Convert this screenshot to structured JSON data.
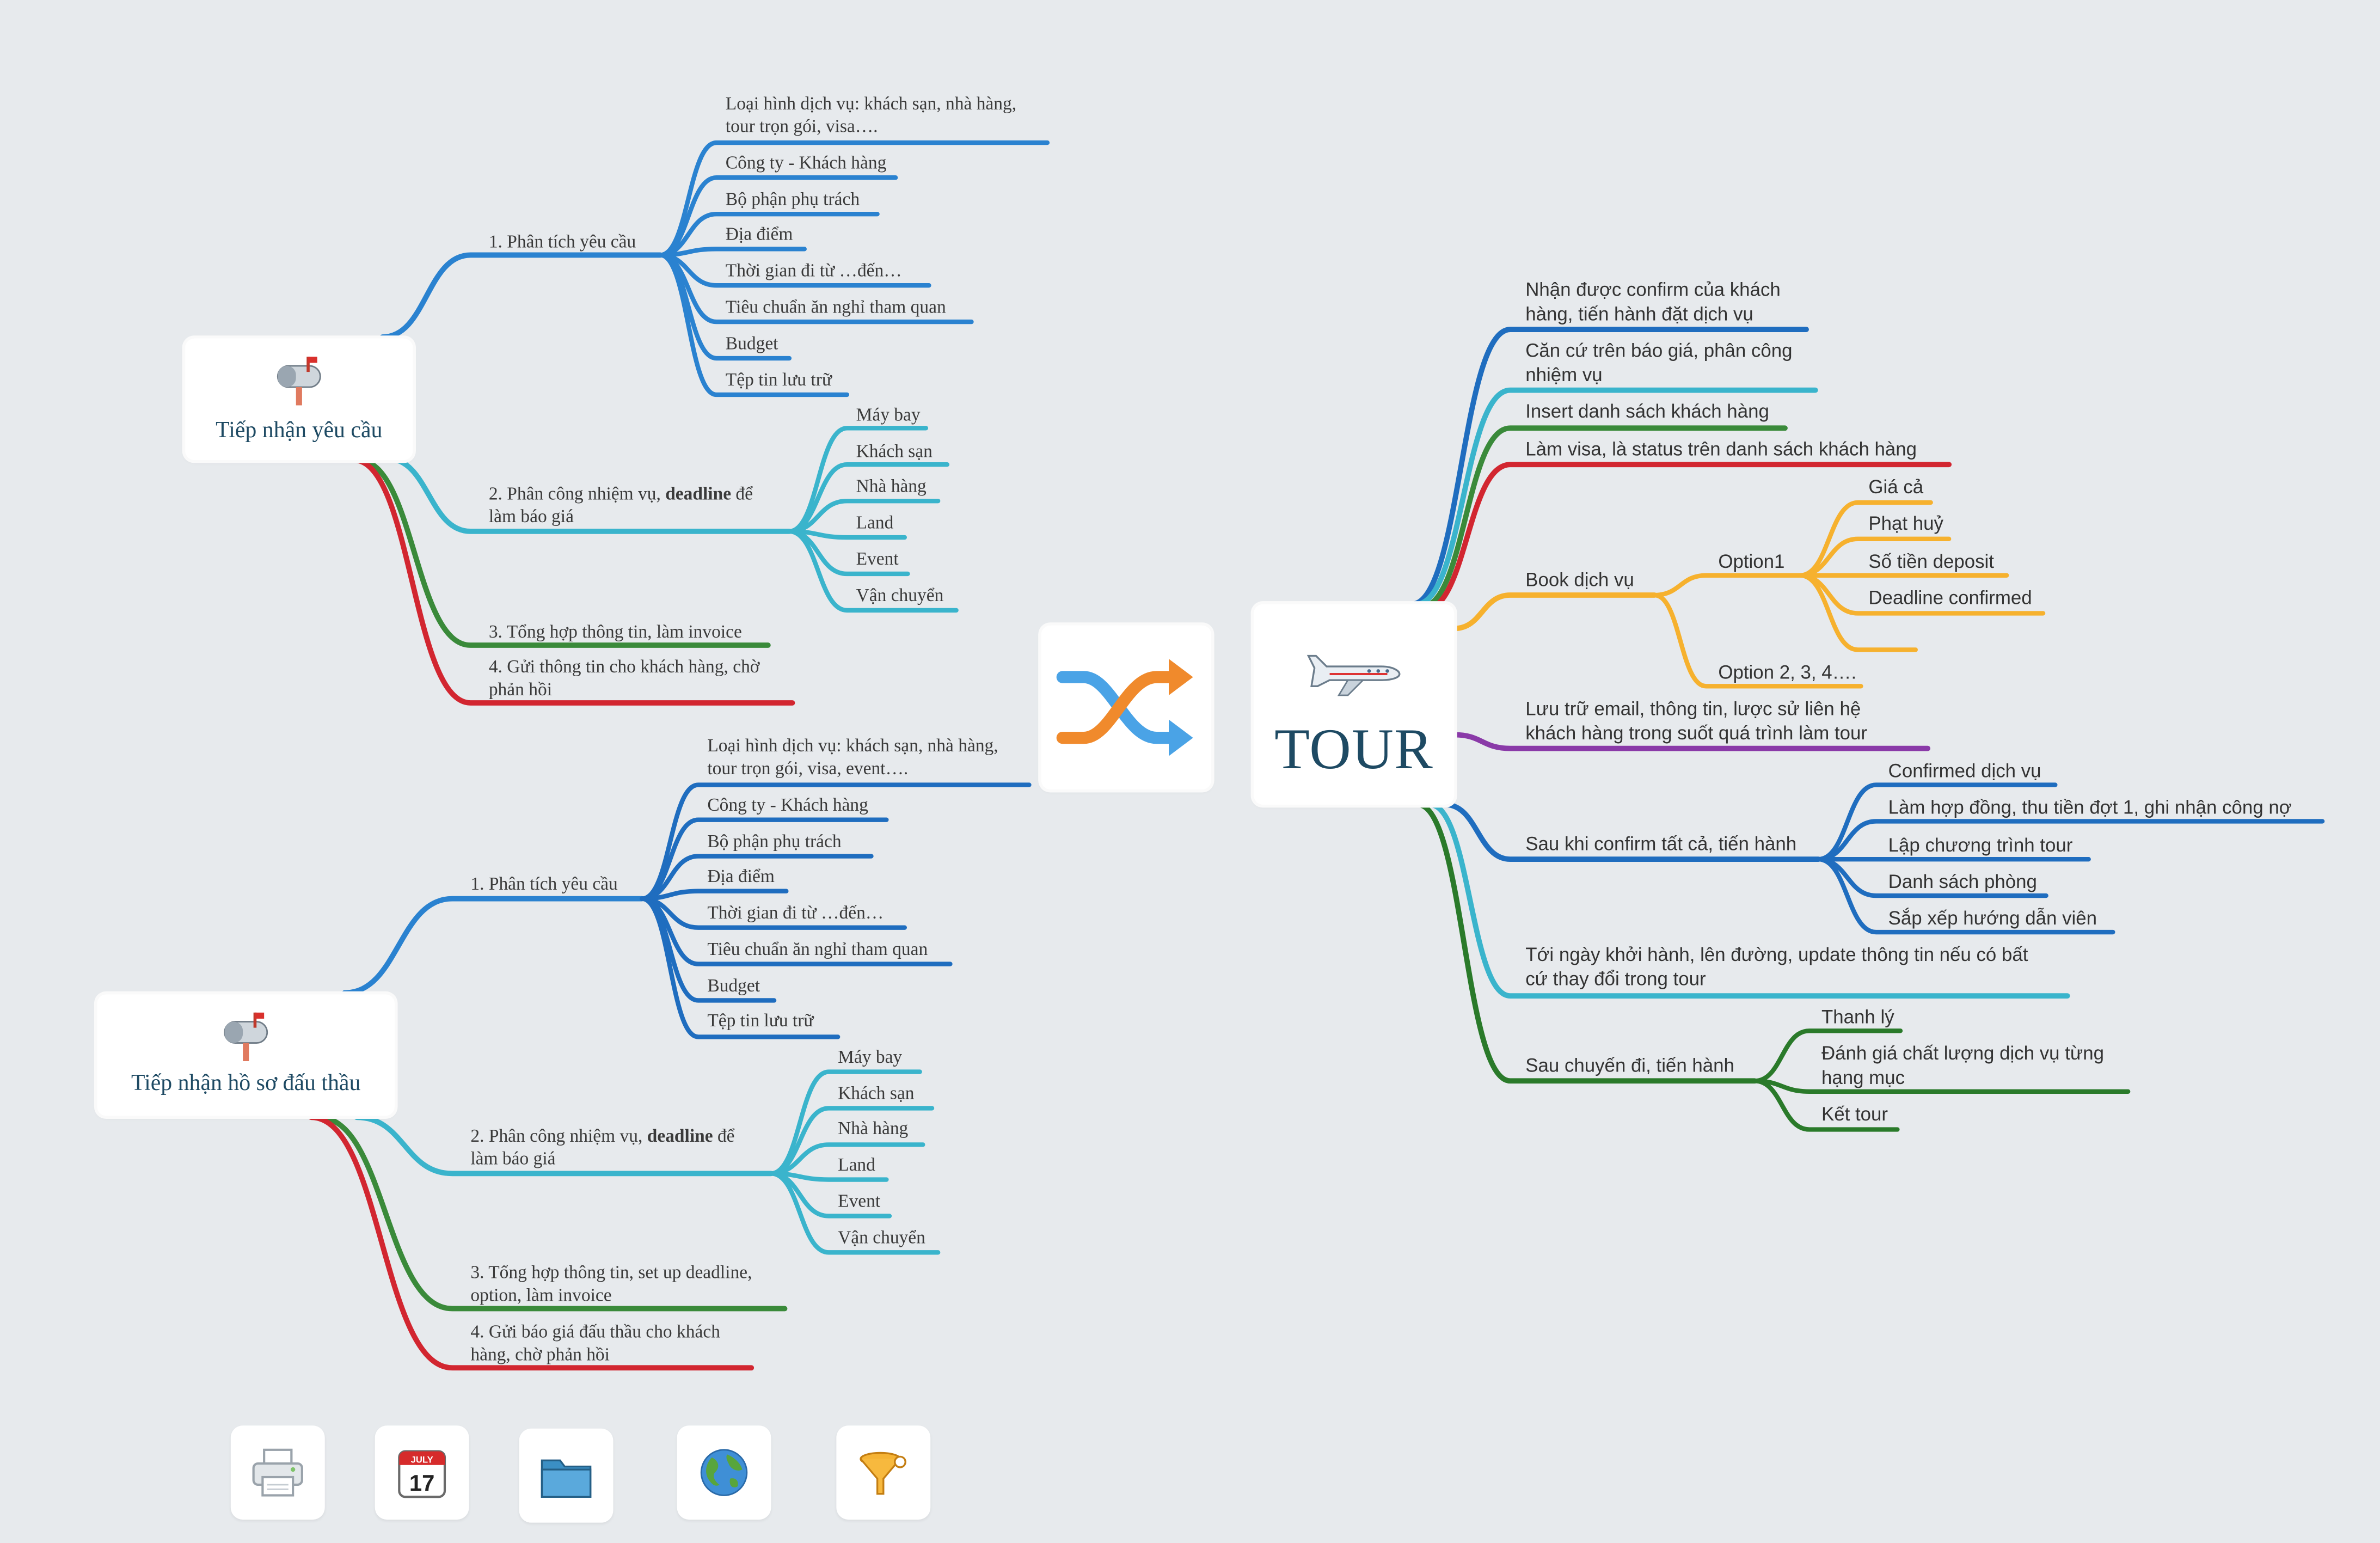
{
  "central": {
    "title": "TOUR",
    "icon": "airplane-icon"
  },
  "shuffle_icon": "shuffle-icon",
  "left_top": {
    "title": "Tiếp nhận yêu cầu",
    "icon": "mailbox-icon",
    "b1": {
      "label": "1. Phân tích yêu cầu",
      "items": [
        "Loại hình dịch vụ: khách sạn, nhà hàng,",
        "tour trọn gói, visa….",
        "Công ty - Khách hàng",
        "Bộ phận phụ trách",
        "Địa điểm",
        "Thời gian đi từ …đến…",
        "Tiêu chuẩn ăn nghỉ tham quan",
        "Budget",
        "Tệp tin lưu trữ"
      ]
    },
    "b2": {
      "label_a": "2. Phân công nhiệm vụ, ",
      "label_bold": "deadline",
      "label_b": " để",
      "label_c": "làm báo giá",
      "items": [
        "Máy bay",
        "Khách sạn",
        "Nhà hàng",
        "Land",
        "Event",
        "Vận chuyển"
      ]
    },
    "b3": {
      "label": "3. Tổng hợp thông tin, làm invoice"
    },
    "b4": {
      "line1": "4. Gửi thông tin cho khách hàng, chờ",
      "line2": "phản hồi"
    }
  },
  "left_bottom": {
    "title": "Tiếp nhận hồ sơ đấu thầu",
    "icon": "mailbox-icon",
    "b1": {
      "label": "1. Phân tích yêu cầu",
      "items": [
        "Loại hình dịch vụ: khách sạn, nhà hàng,",
        "tour trọn gói, visa, event….",
        "Công ty - Khách hàng",
        "Bộ phận phụ trách",
        "Địa điểm",
        "Thời gian đi từ …đến…",
        "Tiêu chuẩn ăn nghỉ tham quan",
        "Budget",
        "Tệp tin lưu trữ"
      ]
    },
    "b2": {
      "label_a": "2. Phân công nhiệm vụ, ",
      "label_bold": "deadline",
      "label_b": " để",
      "label_c": "làm báo giá",
      "items": [
        "Máy bay",
        "Khách sạn",
        "Nhà hàng",
        "Land",
        "Event",
        "Vận chuyển"
      ]
    },
    "b3": {
      "line1": "3. Tổng hợp thông tin, set up deadline,",
      "line2": "option, làm invoice"
    },
    "b4": {
      "line1": "4. Gửi báo giá đấu thầu cho khách",
      "line2": "hàng, chờ phản hồi"
    }
  },
  "right": {
    "r1": {
      "line1": "Nhận được confirm của khách",
      "line2": "hàng, tiến hành đặt dịch vụ"
    },
    "r2": {
      "line1": "Căn cứ trên báo giá, phân công",
      "line2": "nhiệm vụ"
    },
    "r3": {
      "label": "Insert danh sách khách hàng"
    },
    "r4": {
      "label": "Làm visa, là status trên danh sách khách hàng"
    },
    "r5": {
      "label": "Book dịch vụ",
      "option1": "Option1",
      "option1_items": [
        "Giá cả",
        "Phạt huỷ",
        "Số tiền deposit",
        "Deadline confirmed"
      ],
      "option2": "Option 2, 3, 4…."
    },
    "r6": {
      "line1": "Lưu trữ email, thông tin, lược sử liên hệ",
      "line2": "khách hàng trong suốt quá trình làm tour"
    },
    "r7": {
      "label": "Sau khi confirm tất cả, tiến hành",
      "items": [
        "Confirmed dịch vụ",
        "Làm hợp đồng, thu tiền đợt 1, ghi nhận công nợ",
        "Lập chương trình tour",
        "Danh sách phòng",
        "Sắp xếp hướng dẫn viên"
      ]
    },
    "r8": {
      "line1": "Tới ngày khởi hành, lên đường, update thông tin nếu có bất",
      "line2": "cứ thay đổi trong tour"
    },
    "r9": {
      "label": "Sau chuyến đi, tiến hành",
      "items": [
        "Thanh lý",
        "Đánh giá chất lượng dịch vụ từng",
        "hạng mục",
        "Kết tour"
      ]
    }
  },
  "toolbar": [
    "printer-icon",
    "calendar-icon",
    "folder-icon",
    "globe-icon",
    "funnel-icon"
  ],
  "calendar": {
    "month": "JULY",
    "day": "17"
  },
  "colors": {
    "blue": "#2a82d0",
    "cyan": "#3ab4cc",
    "green": "#3a8a3a",
    "red": "#d22630",
    "orange": "#f6b12e",
    "purple": "#8a3aa8",
    "dark_green": "#2a7a2a",
    "navy_blue": "#1f6dbf",
    "card_title": "#1e4a63"
  }
}
